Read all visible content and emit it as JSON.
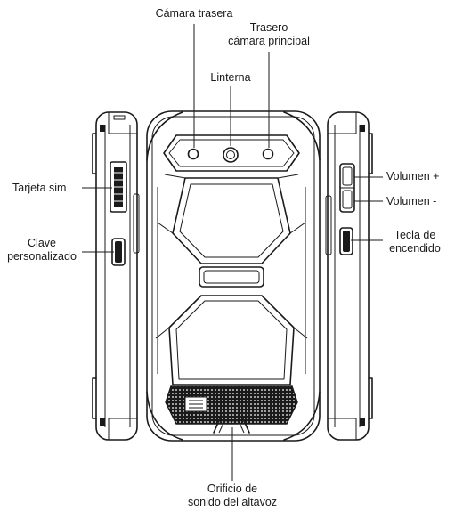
{
  "labels": {
    "rear_camera": "Cámara trasera",
    "main_rear_camera_line1": "Trasero",
    "main_rear_camera_line2": "cámara principal",
    "flashlight": "Linterna",
    "sim_card": "Tarjeta sim",
    "custom_key_line1": "Clave",
    "custom_key_line2": "personalizado",
    "volume_up": "Volumen +",
    "volume_down": "Volumen -",
    "power_key_line1": "Tecla de",
    "power_key_line2": "encendido",
    "speaker_line1": "Orificio de",
    "speaker_line2": "sonido del altavoz"
  },
  "colors": {
    "line": "#1a1a1a",
    "background": "#ffffff"
  }
}
